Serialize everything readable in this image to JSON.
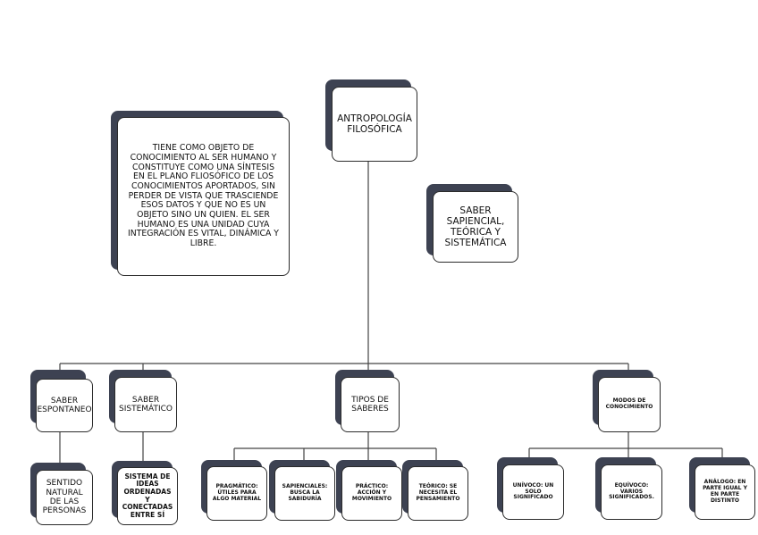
{
  "root": {
    "text": "ANTROPOLOGÍA FILOSÓFICA"
  },
  "description": {
    "text": "TIENE COMO OBJETO DE CONOCIMIENTO AL SER HUMANO Y CONSTITUYE COMO UNA SÍNTESIS EN EL PLANO FLIOSÓFICO DE LOS CONOCIMIENTOS APORTADOS, SIN PERDER DE VISTA QUE TRASCIENDE ESOS DATOS Y QUE NO ES UN OBJETO SINO UN QUIEN. EL SER HUMANO ES UNA UNIDAD CUYA INTEGRACIÓN ES VITAL, DINÁMICA Y LIBRE."
  },
  "saber_sapiencial": {
    "text": "SABER SAPIENCIAL, TEÓRICA Y SISTEMÁTICA"
  },
  "saber_espontaneo": {
    "text": "SABER ESPONTANEO",
    "child": "SENTIDO NATURAL DE LAS PERSONAS"
  },
  "saber_sistematico": {
    "text": "SABER SISTEMÁTICO",
    "child": "SISTEMA DE IDEAS ORDENADAS Y CONECTADAS ENTRE SÍ"
  },
  "tipos_saberes": {
    "text": "TIPOS DE SABERES",
    "children": [
      "PRAGMÁTICO: ÚTILES PARA ALGO MATERIAL",
      "SAPIENCIALES: BUSCA LA SABIDURÍA",
      "PRÁCTICO: ACCIÓN Y MOVIMIENTO",
      "TEÓRICO: SE NECESITA EL PENSAMIENTO"
    ]
  },
  "modos_conocimiento": {
    "text": "MODOS DE CONOCIMIENTO",
    "children": [
      "UNÍVOCO: UN SOLO SIGNIFICADO",
      "EQUÍVOCO: VARIOS SIGNIFICADOS.",
      "ANÁLOGO: EN PARTE IGUAL Y EN PARTE DISTINTO"
    ]
  }
}
